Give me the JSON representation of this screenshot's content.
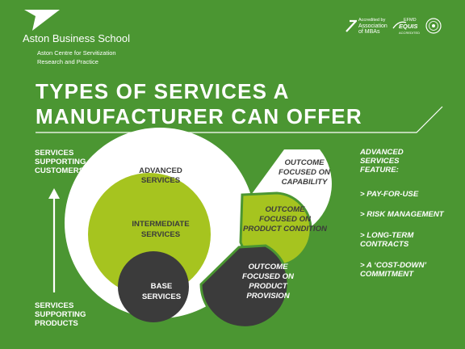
{
  "header": {
    "school_name": "Aston Business School",
    "centre_line1": "Aston Centre for Servitization",
    "centre_line2": "Research and Practice",
    "accreditations": {
      "amba_small": "Accredited by",
      "amba_line1": "Association",
      "amba_line2": "of MBAs",
      "equis_small": "EFMD",
      "equis_name": "EQUIS",
      "equis_sub": "ACCREDITED"
    }
  },
  "title": {
    "line1": "TYPES OF SERVICES A",
    "line2": "MANUFACTURER CAN OFFER"
  },
  "axis": {
    "top_label": [
      "SERVICES",
      "SUPPORTING",
      "CUSTOMERS"
    ],
    "bottom_label": [
      "SERVICES",
      "SUPPORTING",
      "PRODUCTS"
    ]
  },
  "circles": {
    "advanced": [
      "ADVANCED",
      "SERVICES"
    ],
    "intermediate": [
      "INTERMEDIATE",
      "SERVICES"
    ],
    "base": [
      "BASE",
      "SERVICES"
    ]
  },
  "outcomes": {
    "capability": [
      "OUTCOME",
      "FOCUSED ON",
      "CAPABILITY"
    ],
    "condition": [
      "OUTCOME",
      "FOCUSED ON",
      "PRODUCT CONDITION"
    ],
    "provision": [
      "OUTCOME",
      "FOCUSED ON",
      "PRODUCT",
      "PROVISION"
    ]
  },
  "features": {
    "heading": [
      "ADVANCED",
      "SERVICES",
      "FEATURE:"
    ],
    "items": [
      [
        "> PAY-FOR-USE"
      ],
      [
        "> RISK MANAGEMENT"
      ],
      [
        "> LONG-TERM",
        "CONTRACTS"
      ],
      [
        "> A ‘COST-DOWN’",
        "COMMITMENT"
      ]
    ]
  },
  "colors": {
    "background": "#4b9632",
    "white": "#ffffff",
    "lime": "#a6c41f",
    "dark": "#3b3b3b"
  }
}
